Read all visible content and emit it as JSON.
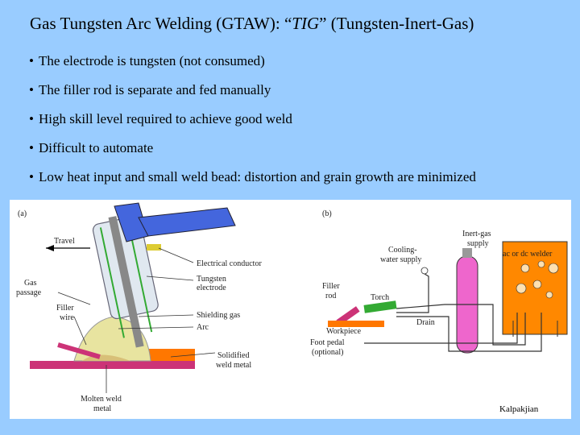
{
  "title": {
    "prefix": "Gas Tungsten Arc Welding (GTAW): “",
    "italic": "TIG",
    "suffix": "” (Tungsten-Inert-Gas)"
  },
  "bullets": [
    "The electrode is tungsten (not consumed)",
    "The filler rod is separate and fed manually",
    "High skill level required to achieve good weld",
    "Difficult to automate",
    "Low heat input and small weld bead: distortion and grain growth are minimized"
  ],
  "bullet_symbol": "•",
  "figure_a": {
    "panel_label": "(a)",
    "labels": {
      "travel": "Travel",
      "electrical_conductor": "Electrical conductor",
      "tungsten_electrode_1": "Tungsten",
      "tungsten_electrode_2": "electrode",
      "gas_passage_1": "Gas",
      "gas_passage_2": "passage",
      "filler_wire_1": "Filler",
      "filler_wire_2": "wire",
      "shielding_gas": "Shielding gas",
      "arc": "Arc",
      "solidified_1": "Solidified",
      "solidified_2": "weld metal",
      "molten_1": "Molten weld",
      "molten_2": "metal"
    }
  },
  "figure_b": {
    "panel_label": "(b)",
    "labels": {
      "cooling_1": "Cooling-",
      "cooling_2": "water supply",
      "inert_1": "Inert-gas",
      "inert_2": "supply",
      "welder": "ac or dc welder",
      "filler_1": "Filler",
      "filler_2": "rod",
      "torch": "Torch",
      "drain": "Drain",
      "workpiece": "Workpiece",
      "foot_1": "Foot pedal",
      "foot_2": "(optional)"
    }
  },
  "credit": "Kalpakjian",
  "colors": {
    "background": "#99ccff",
    "torch_blue": "#4466dd",
    "welder_orange": "#ff8800",
    "cylinder_pink": "#ee66cc",
    "workpiece_orange": "#ff7700",
    "workpiece_magenta": "#cc3377"
  }
}
